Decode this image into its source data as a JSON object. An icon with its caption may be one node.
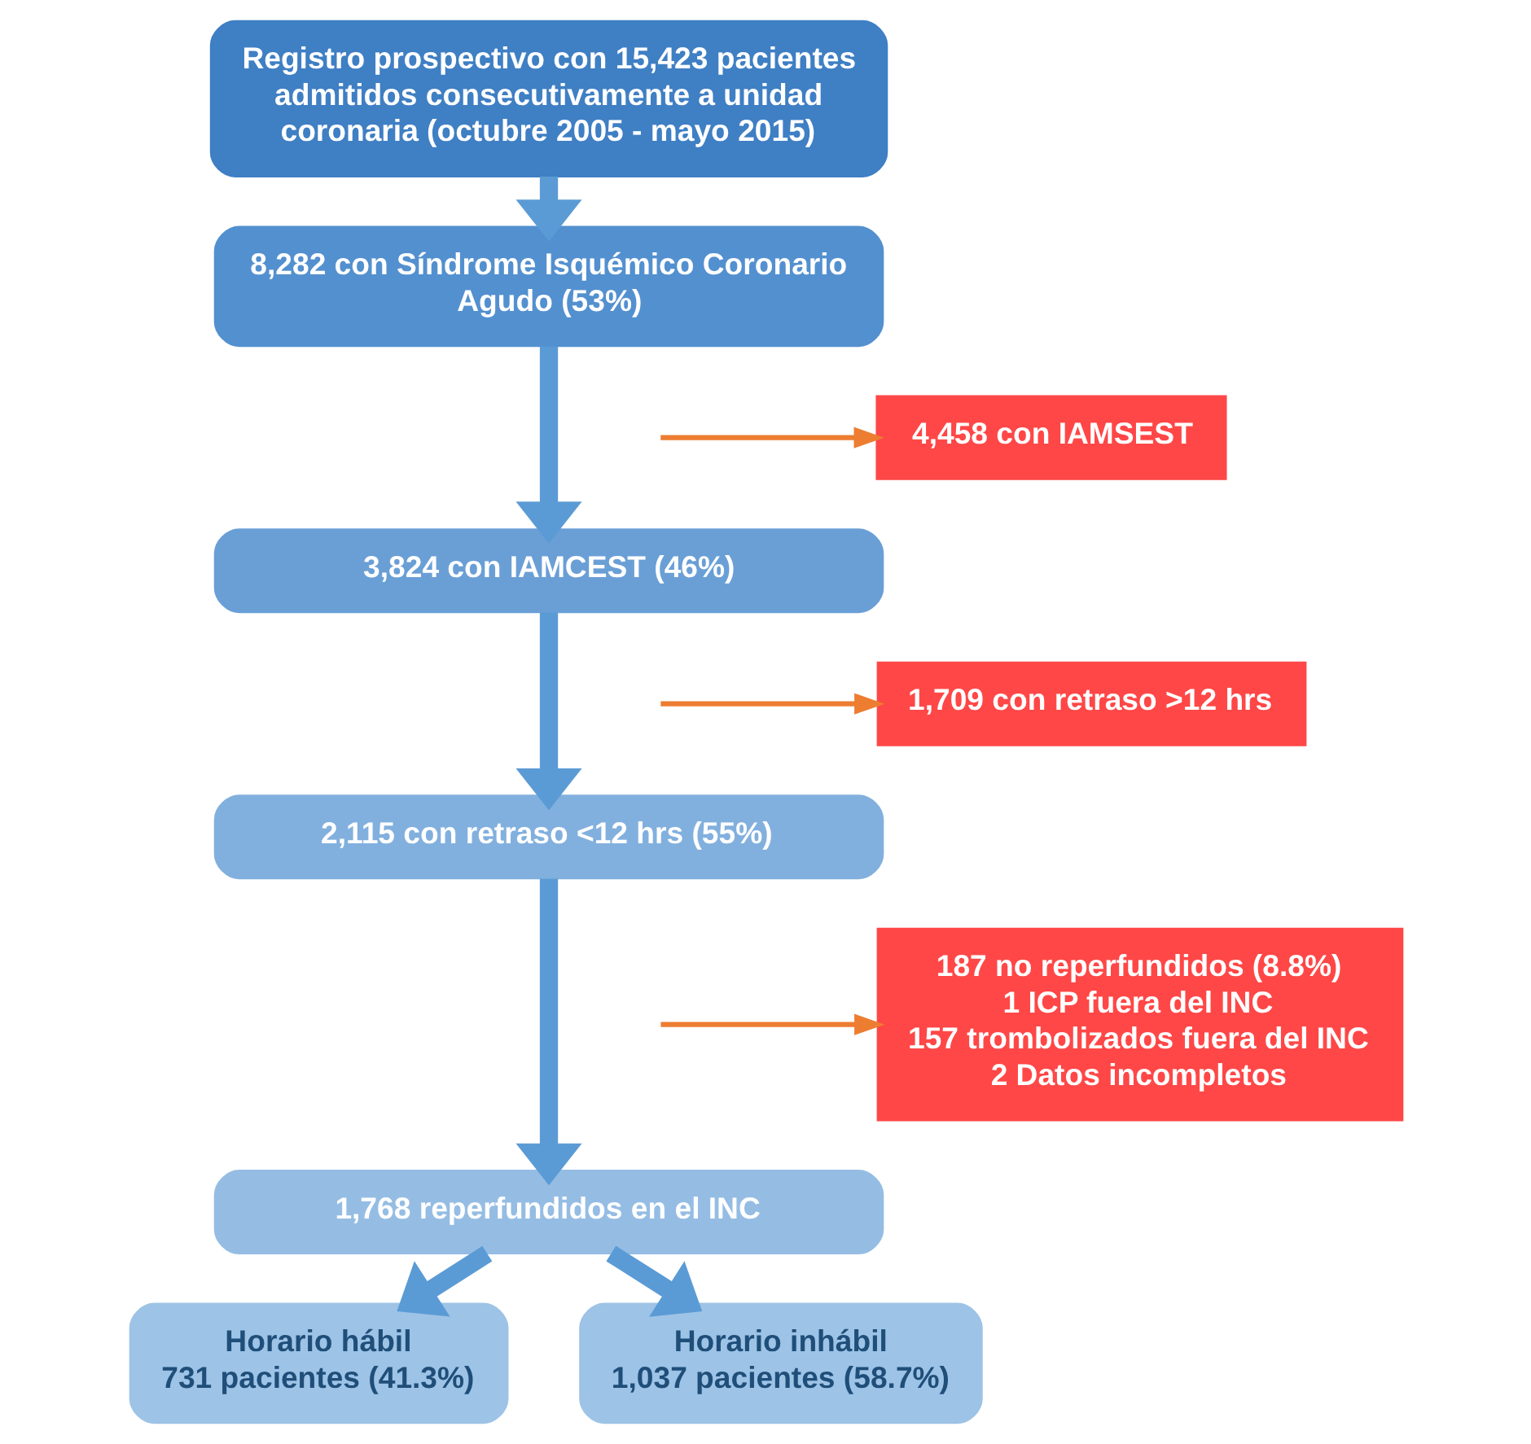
{
  "diagram": {
    "nodes": [
      {
        "text": [
          "Registro prospectivo con 15,423 pacientes admitidos consecutivamente a unidad coronaria (octubre 2005 - mayo 2015)"
        ]
      },
      {
        "text": [
          "8,282 con Síndrome Isquémico Coronario Agudo (53%)"
        ]
      },
      {
        "text": [
          "4,458 con IAMSEST"
        ]
      },
      {
        "text": [
          "3,824 con IAMCEST (46%)"
        ]
      },
      {
        "text": [
          "1,709 con retraso >12 hrs"
        ]
      },
      {
        "text": [
          "2,115 con retraso <12 hrs (55%)"
        ]
      },
      {
        "text": [
          "187 no reperfundidos (8.8%)",
          "1 ICP fuera del INC",
          "157 trombolizados fuera del INC",
          "2 Datos incompletos"
        ]
      },
      {
        "text": [
          "1,768 reperfundidos en el INC"
        ]
      },
      {
        "text": [
          "Horario hábil",
          "731 pacientes (41.3%)"
        ]
      },
      {
        "text": [
          "Horario inhábil",
          "1,037 pacientes (58.7%)"
        ]
      }
    ],
    "edges": [
      {
        "from": 0,
        "to": 1,
        "arrow": "to"
      },
      {
        "from": 1,
        "to": 3,
        "arrow": "to"
      },
      {
        "from": null,
        "to": 2,
        "arrow": "to",
        "color": "#ed7d31"
      },
      {
        "from": 3,
        "to": 5,
        "arrow": "to"
      },
      {
        "from": null,
        "to": 4,
        "arrow": "to",
        "color": "#ed7d31"
      },
      {
        "from": 5,
        "to": 7,
        "arrow": "to"
      },
      {
        "from": null,
        "to": 6,
        "arrow": "to",
        "color": "#ed7d31"
      },
      {
        "from": 7,
        "to": 8,
        "arrow": "to"
      },
      {
        "from": 7,
        "to": 9,
        "arrow": "to"
      }
    ]
  }
}
